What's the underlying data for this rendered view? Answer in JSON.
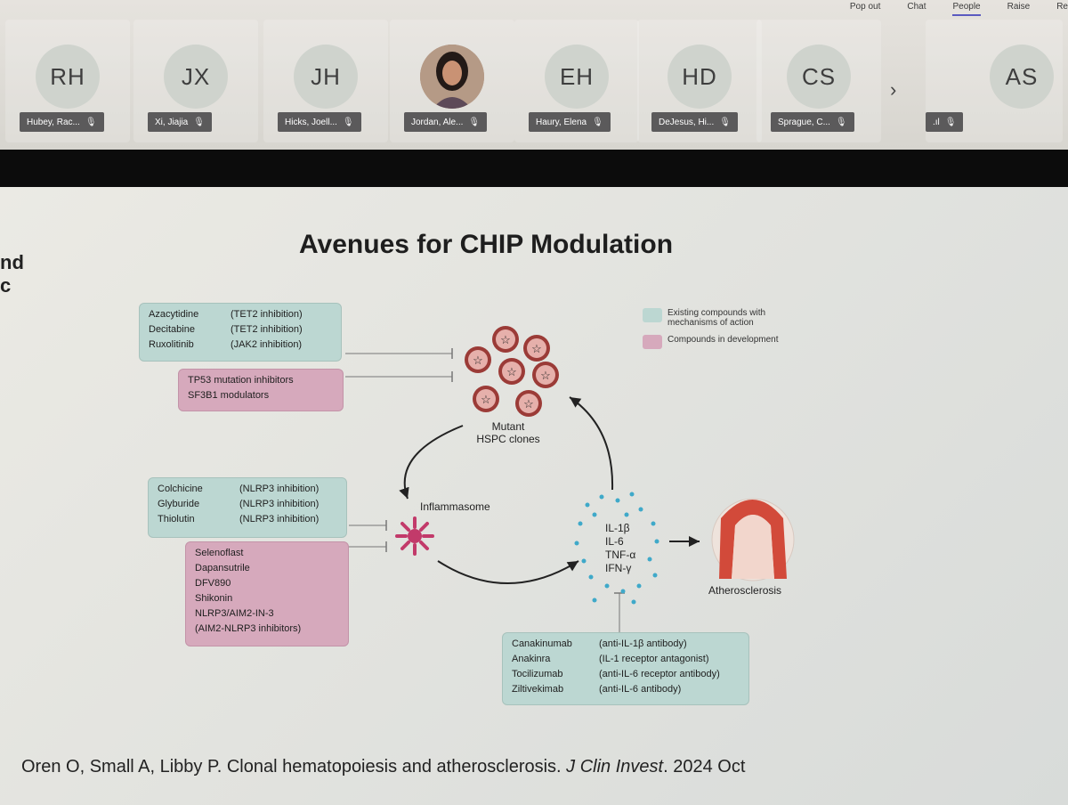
{
  "top_nav": [
    "Pop out",
    "Chat",
    "People",
    "Raise",
    "Re"
  ],
  "participants": [
    {
      "initials": "RH",
      "name": "Hubey, Rac..."
    },
    {
      "initials": "JX",
      "name": "Xi, Jiajia"
    },
    {
      "initials": "JH",
      "name": "Hicks, Joell..."
    },
    {
      "initials": "",
      "name": "Jordan, Ale...",
      "photo": true
    },
    {
      "initials": "EH",
      "name": "Haury, Elena"
    },
    {
      "initials": "HD",
      "name": "DeJesus, Hi..."
    },
    {
      "initials": "CS",
      "name": "Sprague, C..."
    },
    {
      "initials": "AS",
      "name": "..."
    }
  ],
  "slide": {
    "side_text": "nd\nc",
    "title": "Avenues for CHIP Modulation",
    "legend": [
      {
        "label": "Existing compounds with mechanisms of action",
        "color": "#bcd7d2"
      },
      {
        "label": "Compounds in development",
        "color": "#d6a9bc"
      }
    ],
    "box_existing_top": [
      {
        "drug": "Azacytidine",
        "mech": "(TET2 inhibition)"
      },
      {
        "drug": "Decitabine",
        "mech": "(TET2 inhibition)"
      },
      {
        "drug": "Ruxolitinib",
        "mech": "(JAK2 inhibition)"
      }
    ],
    "box_dev_top": [
      "TP53 mutation inhibitors",
      "SF3B1 modulators"
    ],
    "box_existing_mid": [
      {
        "drug": "Colchicine",
        "mech": "(NLRP3 inhibition)"
      },
      {
        "drug": "Glyburide",
        "mech": "(NLRP3 inhibition)"
      },
      {
        "drug": "Thiolutin",
        "mech": "(NLRP3 inhibition)"
      }
    ],
    "box_dev_mid": [
      "Selenoflast",
      "Dapansutrile",
      "DFV890",
      "Shikonin",
      "NLRP3/AIM2-IN-3",
      "(AIM2-NLRP3 inhibitors)"
    ],
    "box_existing_bottom": [
      {
        "drug": "Canakinumab",
        "mech": "(anti-IL-1β antibody)"
      },
      {
        "drug": "Anakinra",
        "mech": "(IL-1 receptor antagonist)"
      },
      {
        "drug": "Tocilizumab",
        "mech": "(anti-IL-6 receptor antibody)"
      },
      {
        "drug": "Ziltivekimab",
        "mech": "(anti-IL-6 antibody)"
      }
    ],
    "labels": {
      "mutant": "Mutant",
      "hspc": "HSPC clones",
      "inflammasome": "Inflammasome",
      "atherosclerosis": "Atherosclerosis"
    },
    "cytokines": [
      "IL-1β",
      "IL-6",
      "TNF-α",
      "IFN-γ"
    ],
    "citation_authors": "Oren O, Small A, Libby P. Clonal hematopoiesis and atherosclerosis. ",
    "citation_journal": "J Clin Invest",
    "citation_date": ". 2024 Oct"
  }
}
